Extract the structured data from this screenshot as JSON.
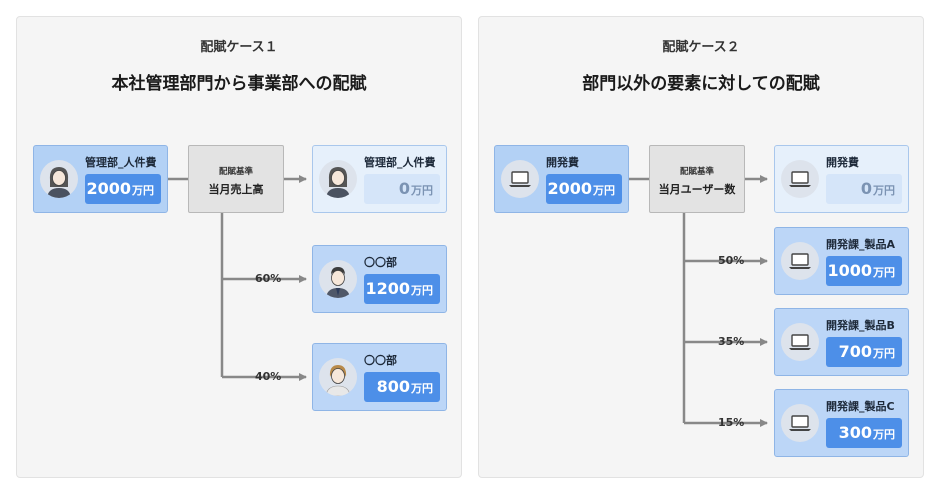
{
  "case1": {
    "label": "配賦ケース１",
    "title": "本社管理部門から事業部への配賦",
    "source": {
      "name": "管理部_人件費",
      "amount": "2000",
      "unit": "万円",
      "icon": "woman-avatar-icon"
    },
    "basis": {
      "label": "配賦基準",
      "value": "当月売上高"
    },
    "targets": [
      {
        "name": "管理部_人件費",
        "amount": "0",
        "unit": "万円",
        "percent": "",
        "icon": "woman-avatar-icon"
      },
      {
        "name": "〇〇部",
        "amount": "1200",
        "unit": "万円",
        "percent": "60%",
        "icon": "man-avatar-icon"
      },
      {
        "name": "〇〇部",
        "amount": "800",
        "unit": "万円",
        "percent": "40%",
        "icon": "woman-short-hair-avatar-icon"
      }
    ]
  },
  "case2": {
    "label": "配賦ケース２",
    "title": "部門以外の要素に対しての配賦",
    "source": {
      "name": "開発費",
      "amount": "2000",
      "unit": "万円",
      "icon": "laptop-icon"
    },
    "basis": {
      "label": "配賦基準",
      "value": "当月ユーザー数"
    },
    "targets": [
      {
        "name": "開発費",
        "amount": "0",
        "unit": "万円",
        "percent": "",
        "icon": "laptop-icon"
      },
      {
        "name": "開発課_製品A",
        "amount": "1000",
        "unit": "万円",
        "percent": "50%",
        "icon": "laptop-icon"
      },
      {
        "name": "開発課_製品B",
        "amount": "700",
        "unit": "万円",
        "percent": "35%",
        "icon": "laptop-icon"
      },
      {
        "name": "開発課_製品C",
        "amount": "300",
        "unit": "万円",
        "percent": "15%",
        "icon": "laptop-icon"
      }
    ]
  },
  "colors": {
    "node_fill": "#b3d1f5",
    "amount_fill": "#4d8fe8",
    "empty_fill": "#e6f0fb",
    "connector": "#888888",
    "basis_fill": "#e3e3e3"
  }
}
